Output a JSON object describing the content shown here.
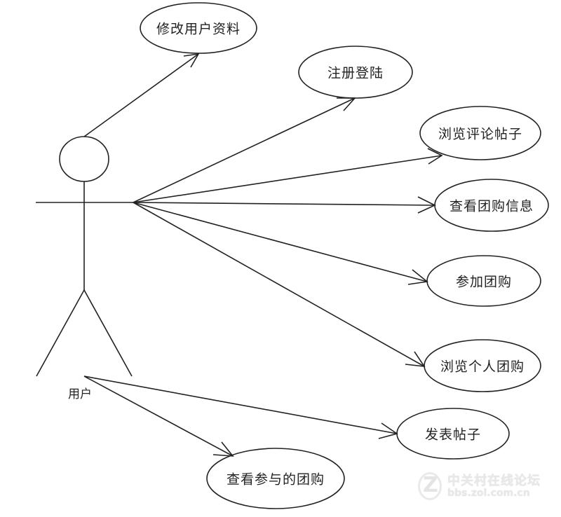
{
  "diagram": {
    "type": "uml-use-case",
    "actor": {
      "label": "用户"
    },
    "use_cases": [
      {
        "id": "edit-profile",
        "label": "修改用户资料"
      },
      {
        "id": "register-login",
        "label": "注册登陆"
      },
      {
        "id": "browse-comment-posts",
        "label": "浏览评论帖子"
      },
      {
        "id": "view-groupbuy-info",
        "label": "查看团购信息"
      },
      {
        "id": "join-groupbuy",
        "label": "参加团购"
      },
      {
        "id": "browse-personal-groupbuy",
        "label": "浏览个人团购"
      },
      {
        "id": "publish-post",
        "label": "发表帖子"
      },
      {
        "id": "view-joined-groupbuy",
        "label": "查看参与的团购"
      }
    ],
    "associations": [
      {
        "from": "用户",
        "to": "修改用户资料"
      },
      {
        "from": "用户",
        "to": "注册登陆"
      },
      {
        "from": "用户",
        "to": "浏览评论帖子"
      },
      {
        "from": "用户",
        "to": "查看团购信息"
      },
      {
        "from": "用户",
        "to": "参加团购"
      },
      {
        "from": "用户",
        "to": "浏览个人团购"
      },
      {
        "from": "用户",
        "to": "发表帖子"
      },
      {
        "from": "用户",
        "to": "查看参与的团购"
      }
    ]
  },
  "watermark": {
    "title": "中关村在线论坛",
    "url": "bbs.zol.com.cn"
  }
}
